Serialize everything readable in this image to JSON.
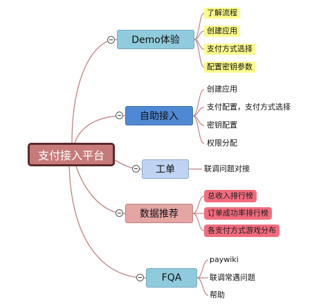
{
  "root": {
    "label": "支付接入平台"
  },
  "branches": [
    {
      "label": "Demo体验",
      "leaves": [
        "了解流程",
        "创建应用",
        "支付方式选择",
        "配置密钥参数"
      ],
      "leaf_style": "yellow-highlight"
    },
    {
      "label": "自助接入",
      "leaves": [
        "创建应用",
        "支付配置，支付方式选择",
        "密钥配置",
        "权限分配"
      ],
      "leaf_style": "plain"
    },
    {
      "label": "工单",
      "leaves": [
        "联调问题对接"
      ],
      "leaf_style": "plain"
    },
    {
      "label": "数据推荐",
      "leaves": [
        "总收入排行榜",
        "订单成功率排行榜",
        "各支付方式游戏分布"
      ],
      "leaf_style": "pink-tag"
    },
    {
      "label": "FQA",
      "leaves": [
        "paywiki",
        "联调常遇问题",
        "帮助"
      ],
      "leaf_style": "plain"
    }
  ],
  "colors": {
    "root_fill": "#c67a79",
    "root_border": "#5a2a2a",
    "connector": "#c08080",
    "demo_fill": "#8fcbdd",
    "self_fill": "#4f89d4",
    "ticket_fill": "#bfd4f2",
    "data_fill": "#e4a5a3",
    "fqa_fill": "#8fcbdd",
    "leaf_highlight_yellow": "#fcfc8c",
    "leaf_tag_pink": "#f26c7e"
  },
  "icons": {
    "branch_toggle": "collapse-minus-icon"
  }
}
